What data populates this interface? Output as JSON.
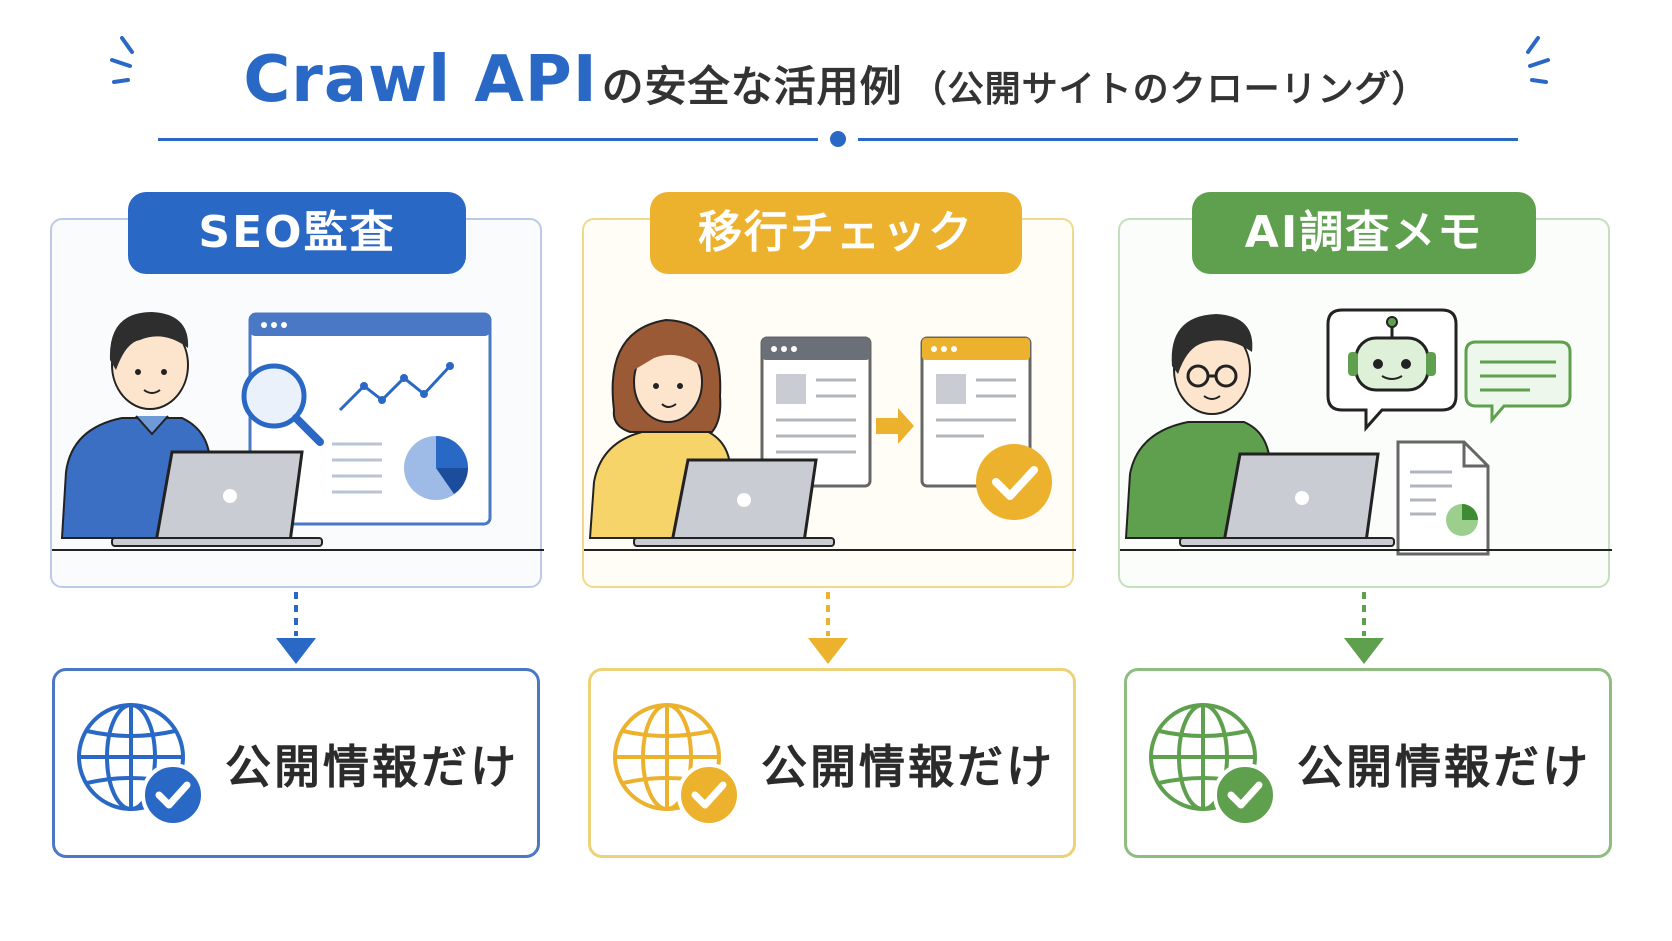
{
  "title": {
    "accent": "Crawl API",
    "main": "の安全な活用例",
    "paren": "（公開サイトのクローリング）"
  },
  "colors": {
    "blue": "#2a68c6",
    "yellow": "#ecb22e",
    "green": "#5fa04e"
  },
  "cards": [
    {
      "label": "SEO監査",
      "theme": "blue",
      "bottom_label": "公開情報だけ",
      "icons": [
        "person-icon",
        "laptop-icon",
        "browser-window-icon",
        "magnifier-icon",
        "line-chart-icon",
        "pie-chart-icon"
      ]
    },
    {
      "label": "移行チェック",
      "theme": "yellow",
      "bottom_label": "公開情報だけ",
      "icons": [
        "person-icon",
        "laptop-icon",
        "old-page-icon",
        "arrow-right-icon",
        "new-page-icon",
        "checkmark-icon"
      ]
    },
    {
      "label": "AI調査メモ",
      "theme": "green",
      "bottom_label": "公開情報だけ",
      "icons": [
        "person-icon",
        "laptop-icon",
        "robot-icon",
        "chat-bubble-icon",
        "document-icon"
      ]
    }
  ]
}
